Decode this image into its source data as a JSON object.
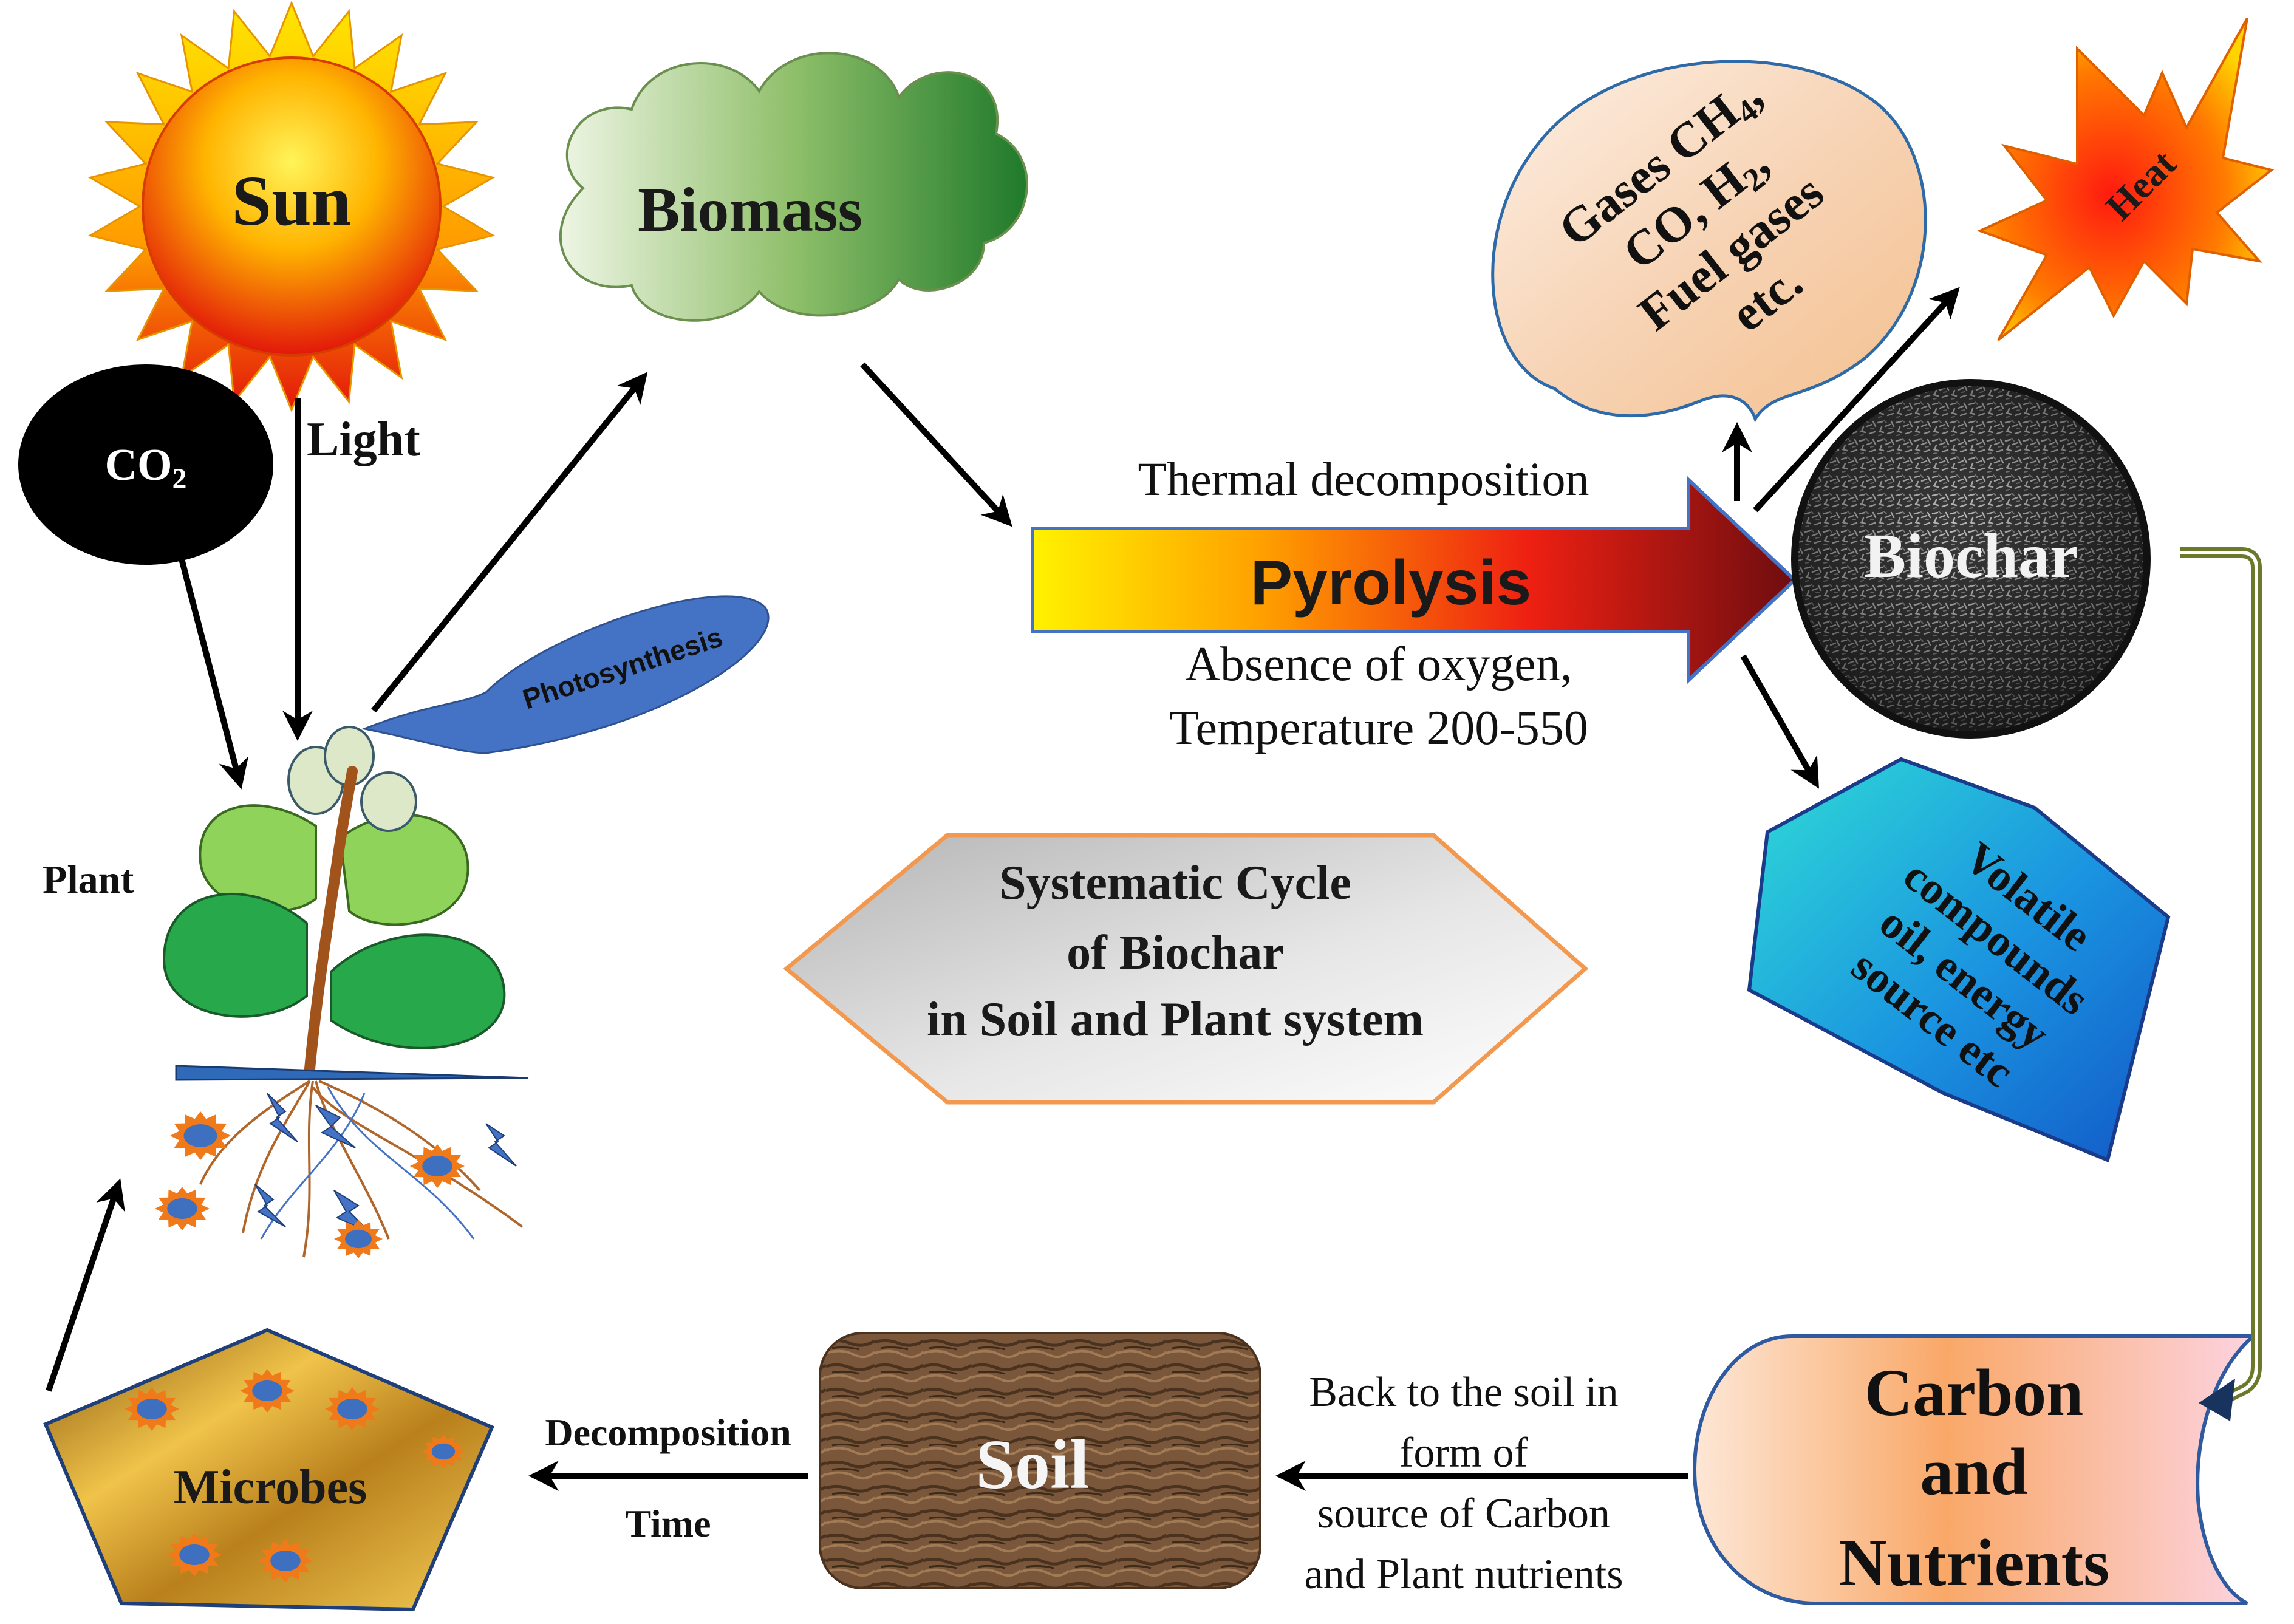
{
  "nodes": {
    "sun": "Sun",
    "co2_main": "CO",
    "co2_sub": "2",
    "light": "Light",
    "biomass": "Biomass",
    "photosynthesis": "Photosynthesis",
    "plant": "Plant",
    "pyrolysis": "Pyrolysis",
    "thermal": "Thermal decomposition",
    "absence1": "Absence of oxygen,",
    "absence2": "Temperature 200-550",
    "gases_l1": "Gases CH",
    "gases_l1_sub": "4",
    "gases_l1_end": ",",
    "gases_l2": "CO, H",
    "gases_l2_sub": "2",
    "gases_l2_end": ",",
    "gases_l3": "Fuel gases",
    "gases_l4": "etc.",
    "heat": "Heat",
    "biochar": "Biochar",
    "volatile_l1": "Volatile",
    "volatile_l2": "compounds",
    "volatile_l3": "oil, energy",
    "volatile_l4": "source etc",
    "cycle_l1": "Systematic Cycle",
    "cycle_l2": "of Biochar",
    "cycle_l3": "in Soil and Plant system",
    "carbon_l1": "Carbon",
    "carbon_l2": "and",
    "carbon_l3": "Nutrients",
    "back_l1": "Back to the soil in",
    "back_l2": "form of",
    "back_l3": "source of Carbon",
    "back_l4": "and  Plant nutrients",
    "soil": "Soil",
    "decomposition": "Decomposition",
    "time": "Time",
    "microbes": "Microbes"
  },
  "colors": {
    "sun_inner": "#ffe600",
    "sun_outer": "#e81e0c",
    "biomass_light": "#e6f0d6",
    "biomass_dark": "#1f7a2a",
    "photosynthesis": "#4472c4",
    "arrow_yellow": "#ffee00",
    "arrow_red": "#e21d15",
    "arrow_dark": "#7a0f0f",
    "gases_fill": "#fbd3b2",
    "volatile_blue": "#1473d8",
    "volatile_cyan": "#2cd4d4",
    "carbon_fill": "#f9b27a",
    "soil_brown": "#6b4a2e",
    "microbe_gold": "#c98d1d",
    "cycle_border": "#f4a460",
    "feedback_green": "#6a7a2a"
  }
}
